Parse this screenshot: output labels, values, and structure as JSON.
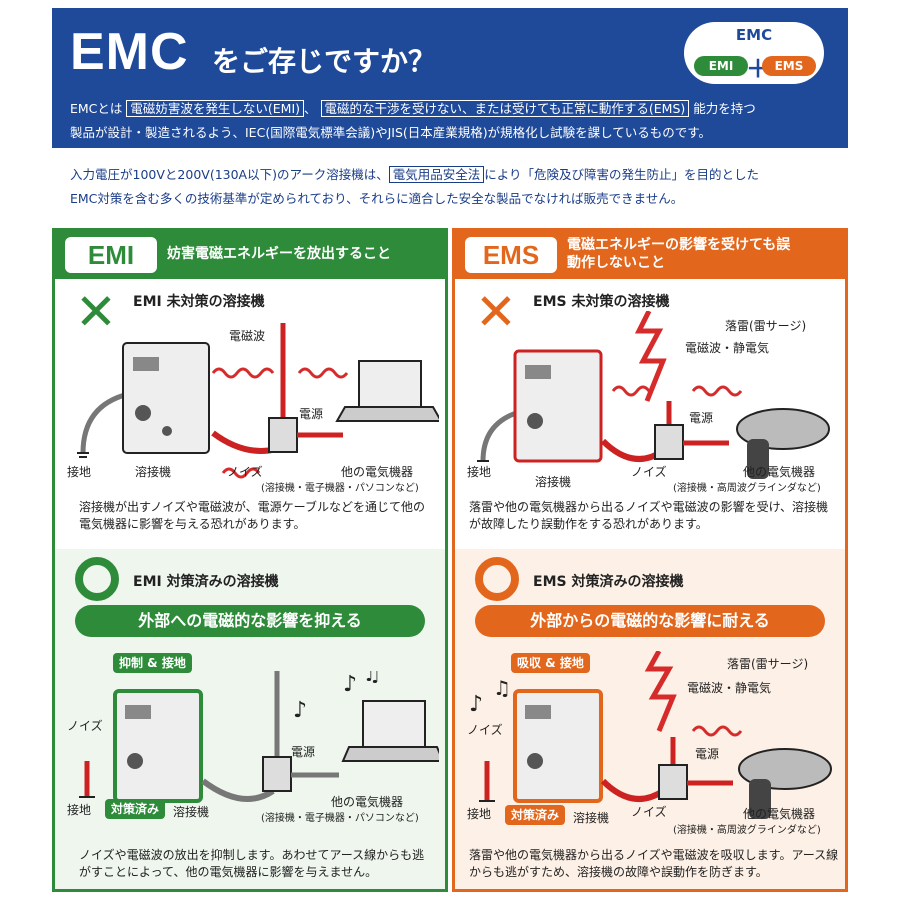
{
  "header": {
    "title": "EMC",
    "title_suffix": "をご存じですか？",
    "badge": {
      "label": "EMC",
      "emi": "EMI",
      "plus": "＋",
      "ems": "EMS"
    },
    "line1_a": "EMCとは",
    "line1_box1": "電磁妨害波を発生しない(EMI)",
    "line1_b": "、",
    "line1_box2": "電磁的な干渉を受けない、または受けても正常に動作する(EMS)",
    "line1_c": "能力を持つ",
    "line2": "製品が設計・製造されるよう、IEC(国際電気標準会議)やJIS(日本産業規格)が規格化し試験を課しているものです。"
  },
  "intro": {
    "line1_a": "入力電圧が100Vと200V(130A以下)のアーク溶接機は、",
    "line1_box": "電気用品安全法",
    "line1_b": "により「危険及び障害の発生防止」を目的とした",
    "line2": "EMC対策を含む多くの技術基準が定められており、それらに適合した安全な製品でなければ販売できません。"
  },
  "emi": {
    "badge": "EMI",
    "desc": "妨害電磁エネルギーを放出すること",
    "bad": {
      "mark": "✕",
      "title": "EMI 未対策の溶接機",
      "labels": {
        "wave": "電磁波",
        "power": "電源",
        "ground": "接地",
        "welder": "溶接機",
        "noise": "ノイズ",
        "devices": "他の電気機器",
        "devices_sub": "(溶接機・電子機器・パソコンなど)"
      },
      "text": "溶接機が出すノイズや電磁波が、電源ケーブルなどを通じて他の電気機器に影響を与える恐れがあります。"
    },
    "good": {
      "title": "EMI 対策済みの溶接機",
      "banner": "外部への電磁的な影響を抑える",
      "tag": "抑制 & 接地",
      "labels": {
        "noise": "ノイズ",
        "power": "電源",
        "ground": "接地",
        "done": "対策済み",
        "welder": "溶接機",
        "devices": "他の電気機器",
        "devices_sub": "(溶接機・電子機器・パソコンなど)"
      },
      "text": "ノイズや電磁波の放出を抑制します。あわせてアース線からも逃がすことによって、他の電気機器に影響を与えません。"
    }
  },
  "ems": {
    "badge": "EMS",
    "desc": "電磁エネルギーの影響を受けても誤動作しないこと",
    "bad": {
      "mark": "✕",
      "title": "EMS 未対策の溶接機",
      "labels": {
        "lightning": "落雷(雷サージ)",
        "wave": "電磁波・静電気",
        "power": "電源",
        "ground": "接地",
        "welder": "溶接機",
        "noise": "ノイズ",
        "devices": "他の電気機器",
        "devices_sub": "(溶接機・高周波グラインダなど)"
      },
      "text": "落雷や他の電気機器から出るノイズや電磁波の影響を受け、溶接機が故障したり誤動作をする恐れがあります。"
    },
    "good": {
      "title": "EMS 対策済みの溶接機",
      "banner": "外部からの電磁的な影響に耐える",
      "tag": "吸収 & 接地",
      "labels": {
        "lightning": "落雷(雷サージ)",
        "wave": "電磁波・静電気",
        "noise": "ノイズ",
        "power": "電源",
        "ground": "接地",
        "done": "対策済み",
        "welder": "溶接機",
        "noise2": "ノイズ",
        "devices": "他の電気機器",
        "devices_sub": "(溶接機・高周波グラインダなど)"
      },
      "text": "落雷や他の電気機器から出るノイズや電磁波を吸収します。アース線からも逃がすため、溶接機の故障や誤動作を防ぎます。"
    }
  },
  "colors": {
    "header": "#1f4a9a",
    "emi": "#2e8b3a",
    "ems": "#e2661c",
    "wave": "#d62b2b"
  }
}
